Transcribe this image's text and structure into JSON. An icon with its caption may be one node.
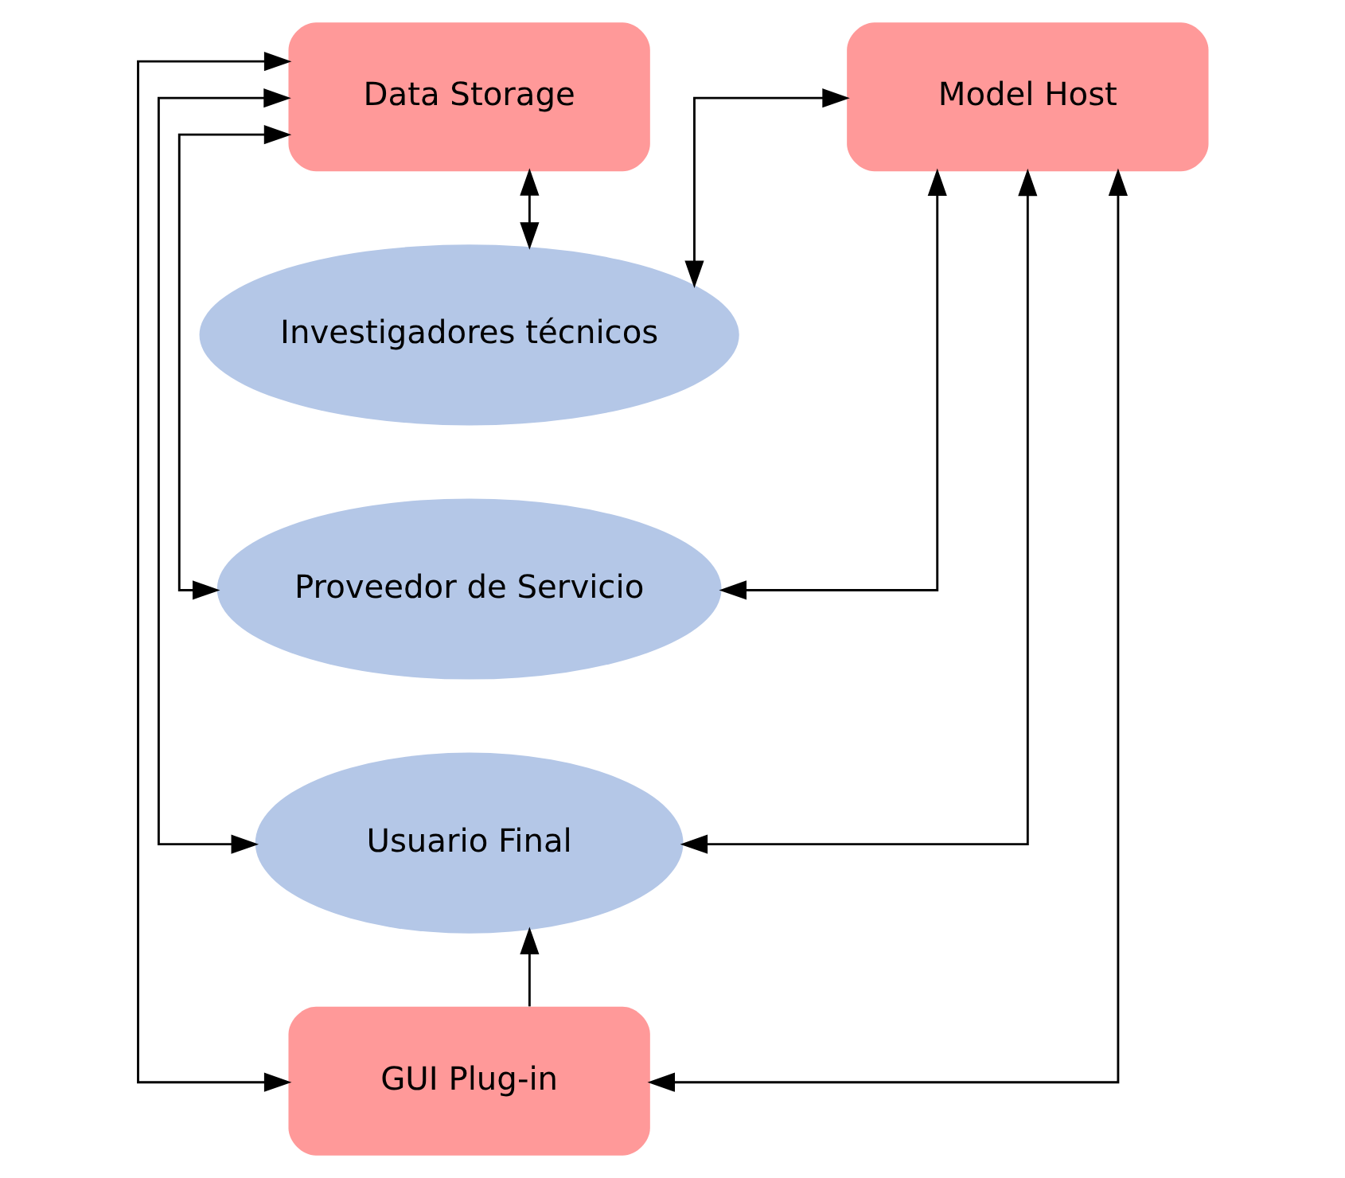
{
  "diagram": {
    "nodes": [
      {
        "text": [
          "Data Storage"
        ]
      },
      {
        "text": [
          "Model Host"
        ]
      },
      {
        "text": [
          "Investigadores técnicos"
        ]
      },
      {
        "text": [
          "Proveedor de Servicio"
        ]
      },
      {
        "text": [
          "Usuario Final"
        ]
      },
      {
        "text": [
          "GUI Plug-in"
        ]
      }
    ],
    "edges": [
      {
        "from": 0,
        "to": 2,
        "arrow": "both"
      },
      {
        "from": 0,
        "to": 3,
        "arrow": "both"
      },
      {
        "from": 0,
        "to": 4,
        "arrow": "both"
      },
      {
        "from": 0,
        "to": 5,
        "arrow": "both"
      },
      {
        "from": 1,
        "to": 2,
        "arrow": "both"
      },
      {
        "from": 1,
        "to": 3,
        "arrow": "both"
      },
      {
        "from": 1,
        "to": 4,
        "arrow": "both"
      },
      {
        "from": 1,
        "to": 5,
        "arrow": "both"
      },
      {
        "from": 5,
        "to": 4,
        "arrow": "to"
      }
    ]
  }
}
